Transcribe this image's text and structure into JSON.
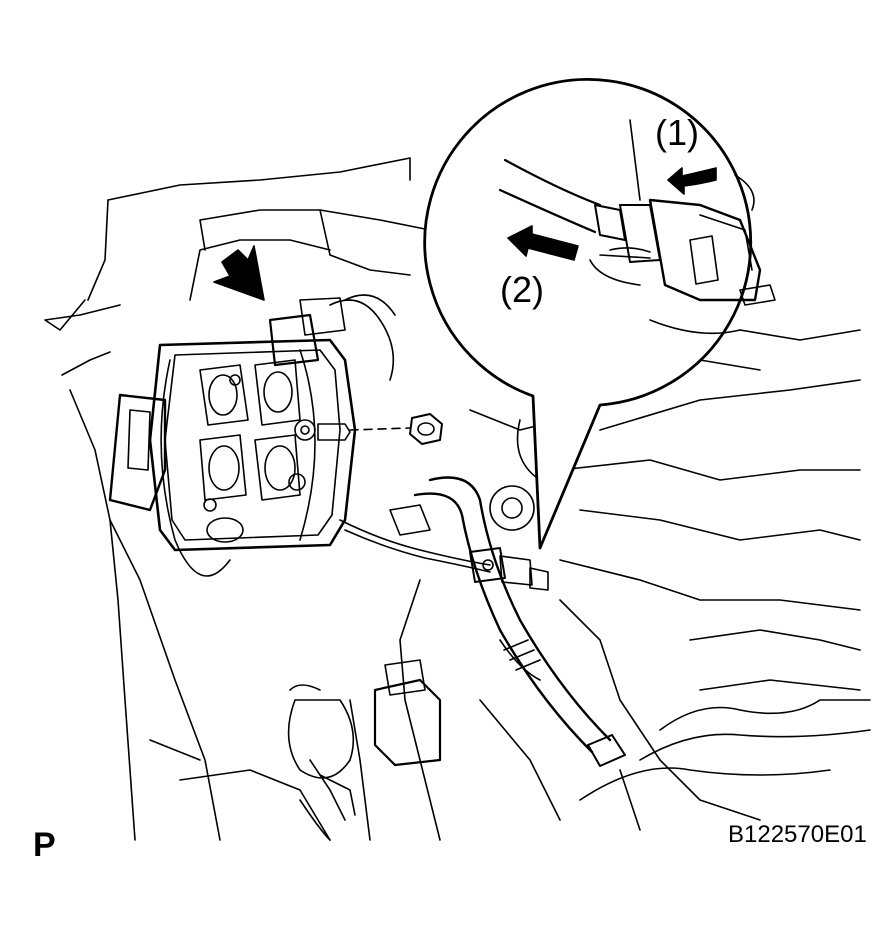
{
  "figure": {
    "step_1_label": "(1)",
    "step_2_label": "(2)",
    "page_marker": "P",
    "figure_id": "B122570E01"
  },
  "colors": {
    "line": "#000000",
    "background": "#ffffff"
  },
  "icons": [
    "attention-arrow-icon",
    "rotate-arrow-icon",
    "pull-arrow-icon"
  ]
}
